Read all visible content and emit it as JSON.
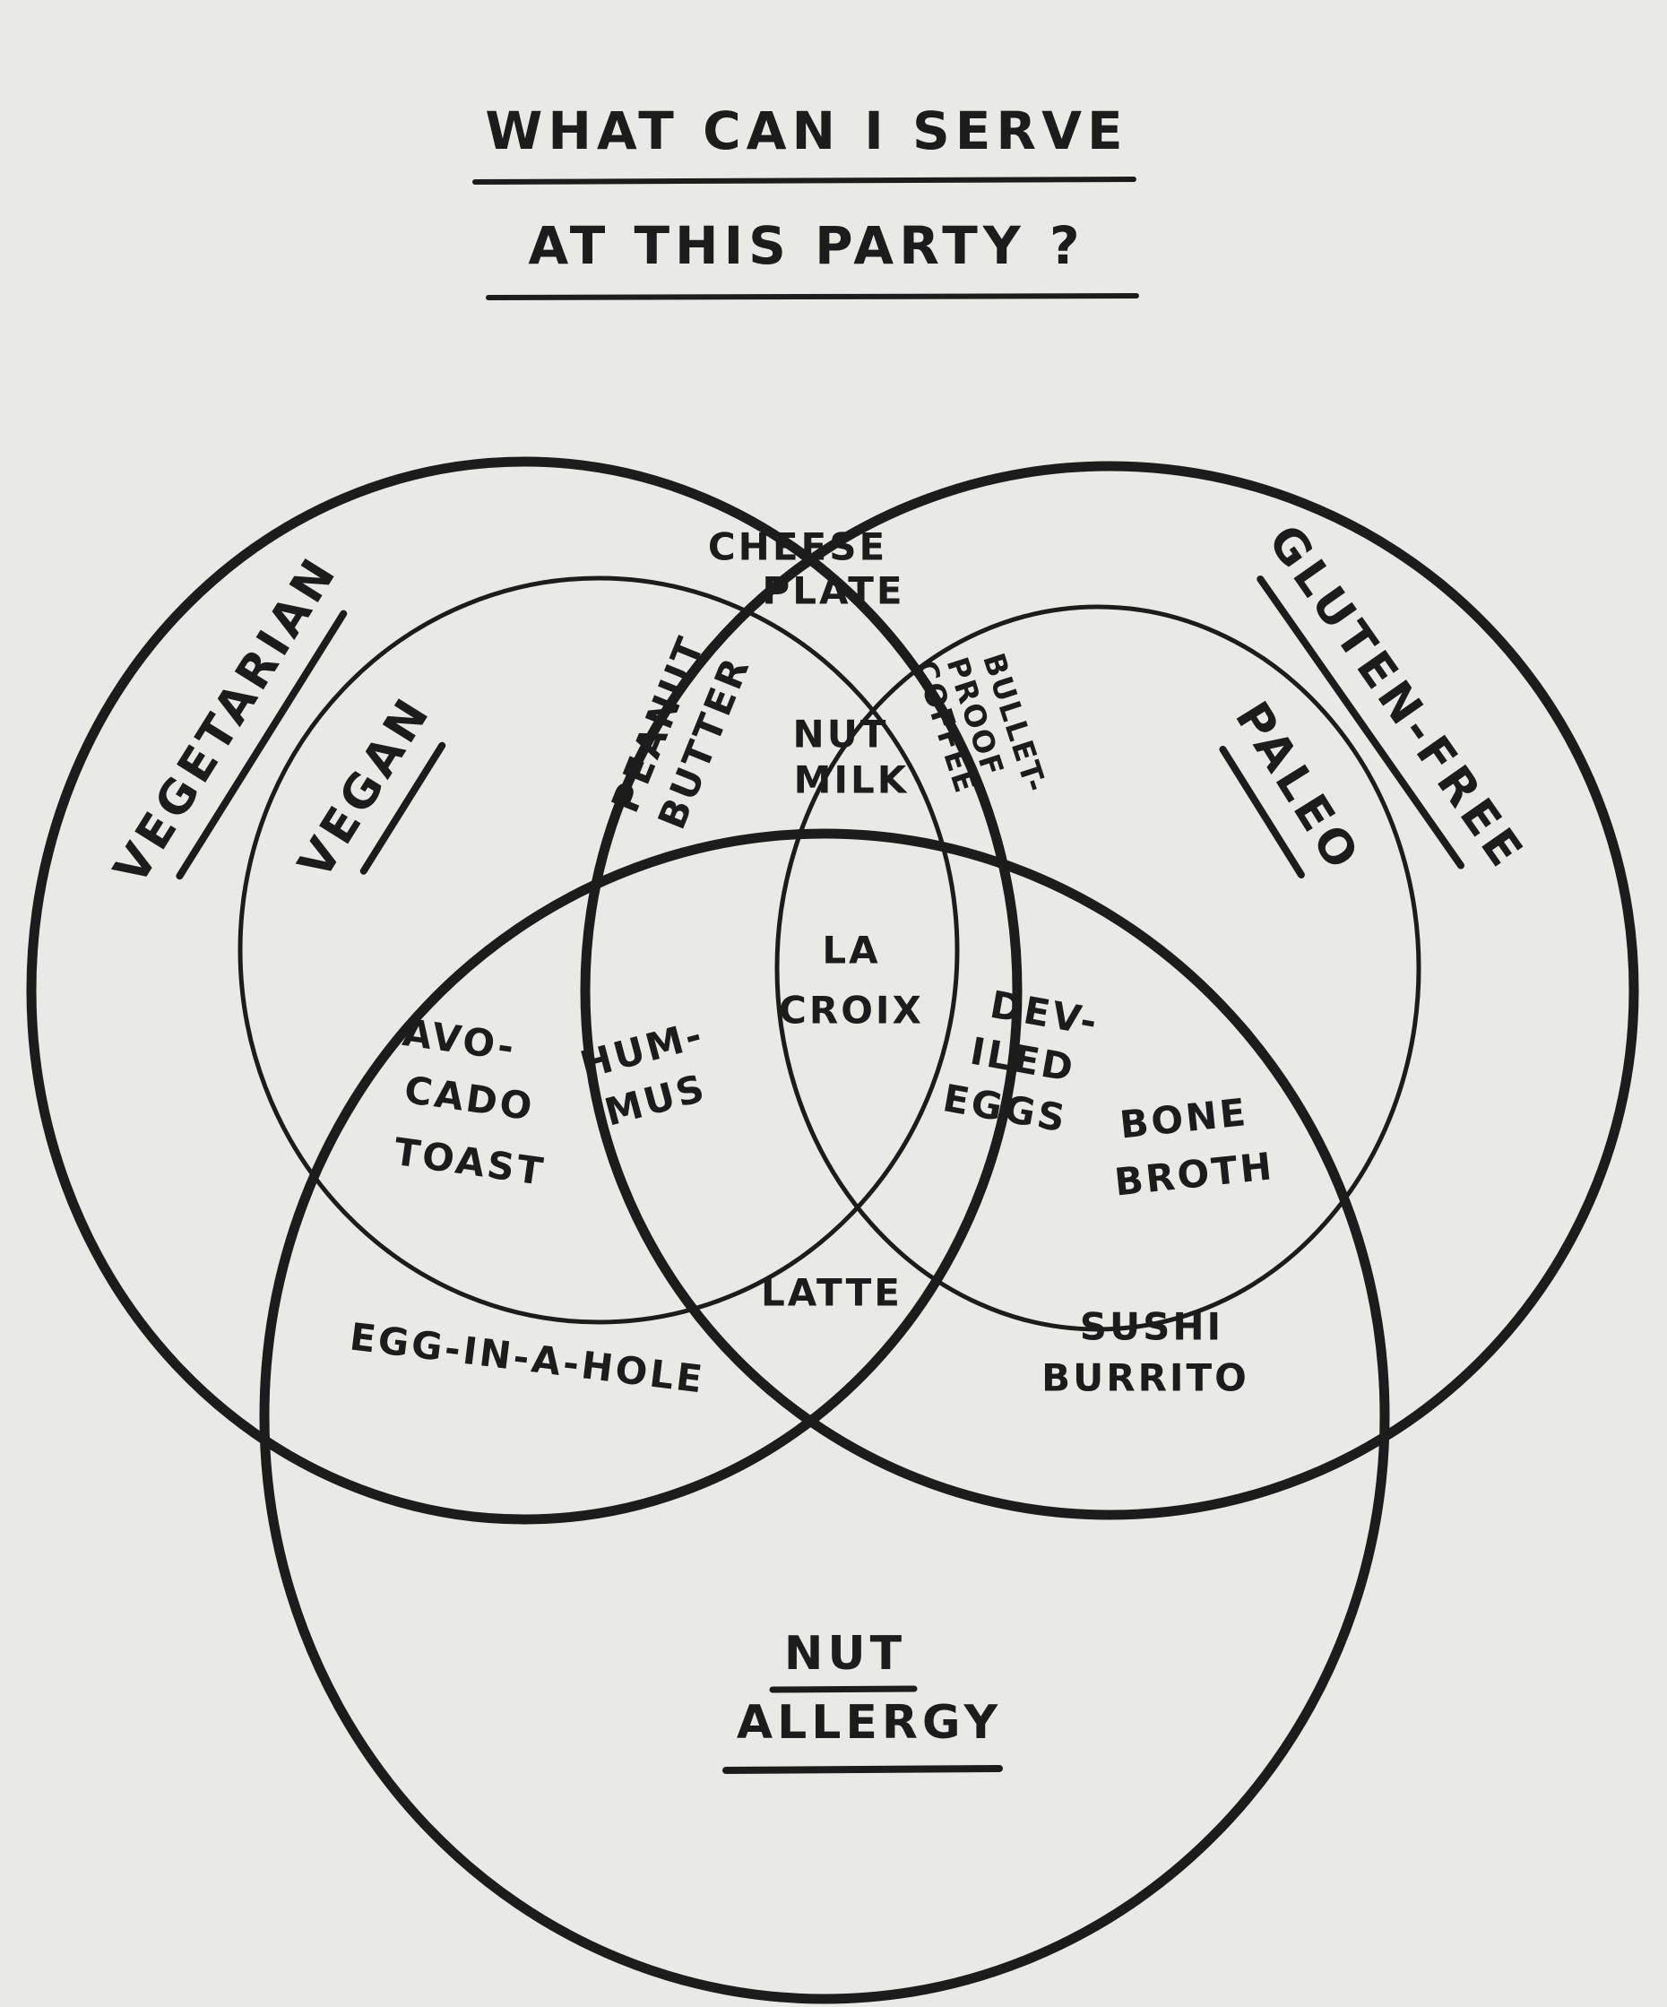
{
  "title": {
    "line1": "WHAT CAN I SERVE",
    "line2": "AT THIS PARTY ?"
  },
  "categories": {
    "vegetarian": "VEGETARIAN",
    "vegan": "VEGAN",
    "gluten_free": "GLUTEN-FREE",
    "paleo": "PALEO",
    "nut_allergy_1": "NUT",
    "nut_allergy_2": "ALLERGY"
  },
  "foods": {
    "cheese_plate_1": "CHEESE",
    "cheese_plate_2": "PLATE",
    "peanut_butter_1": "PEANUT",
    "peanut_butter_2": "BUTTER",
    "nut_milk_1": "NUT",
    "nut_milk_2": "MILK",
    "bulletproof_1": "BULLET-",
    "bulletproof_2": "PROOF",
    "bulletproof_3": "COFFEE",
    "la_croix_1": "LA",
    "la_croix_2": "CROIX",
    "avocado_toast_1": "AVO-",
    "avocado_toast_2": "CADO",
    "avocado_toast_3": "TOAST",
    "hummus_1": "HUM-",
    "hummus_2": "MUS",
    "deviled_eggs_1": "DEV-",
    "deviled_eggs_2": "ILED",
    "deviled_eggs_3": "EGGS",
    "bone_broth_1": "BONE",
    "bone_broth_2": "BROTH",
    "latte": "LATTE",
    "egg_in_a_hole": "EGG-IN-A-HOLE",
    "sushi_burrito_1": "SUSHI",
    "sushi_burrito_2": "BURRITO"
  },
  "colors": {
    "ink": "#1c1c1c",
    "paper": "#e9e9e5"
  }
}
